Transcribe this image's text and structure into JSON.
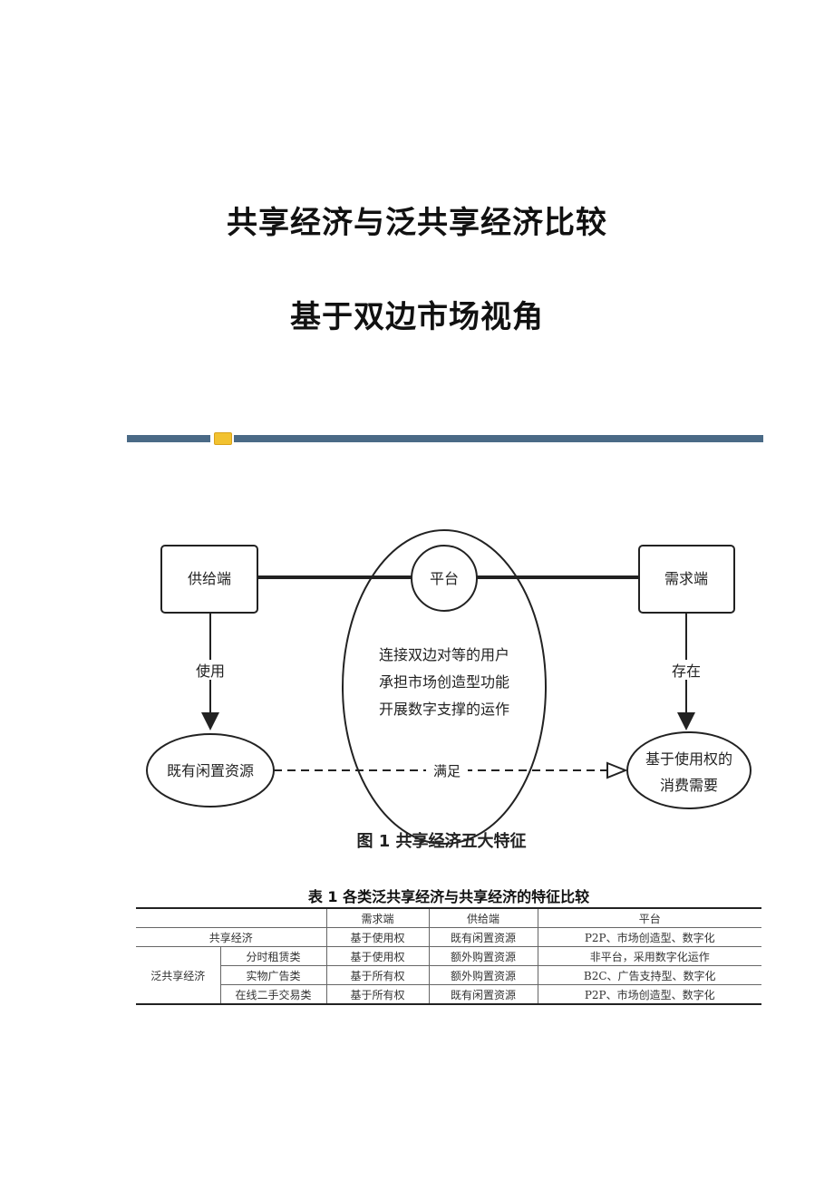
{
  "titles": {
    "main": "共享经济与泛共享经济比较",
    "sub": "基于双边市场视角"
  },
  "figure": {
    "supply": "供给端",
    "platform": "平台",
    "demand": "需求端",
    "use_label": "使用",
    "exist_label": "存在",
    "platform_desc": [
      "连接双边对等的用户",
      "承担市场创造型功能",
      "开展数字支撑的运作"
    ],
    "idle_resources": "既有闲置资源",
    "consumption_need": [
      "基于使用权的",
      "消费需要"
    ],
    "satisfy_label": "满足",
    "caption": "图 1  共享经济五大特征"
  },
  "table": {
    "title": "表 1  各类泛共享经济与共享经济的特征比较",
    "headers": [
      "",
      "需求端",
      "供给端",
      "平台"
    ],
    "sharing_row": {
      "label": "共享经济",
      "demand": "基于使用权",
      "supply": "既有闲置资源",
      "platform": "P2P、市场创造型、数字化"
    },
    "pan_label": "泛共享经济",
    "pan_rows": [
      {
        "type": "分时租赁类",
        "demand": "基于使用权",
        "supply": "额外购置资源",
        "platform": "非平台，采用数字化运作"
      },
      {
        "type": "实物广告类",
        "demand": "基于所有权",
        "supply": "额外购置资源",
        "platform": "B2C、广告支持型、数字化"
      },
      {
        "type": "在线二手交易类",
        "demand": "基于所有权",
        "supply": "既有闲置资源",
        "platform": "P2P、市场创造型、数字化"
      }
    ]
  }
}
